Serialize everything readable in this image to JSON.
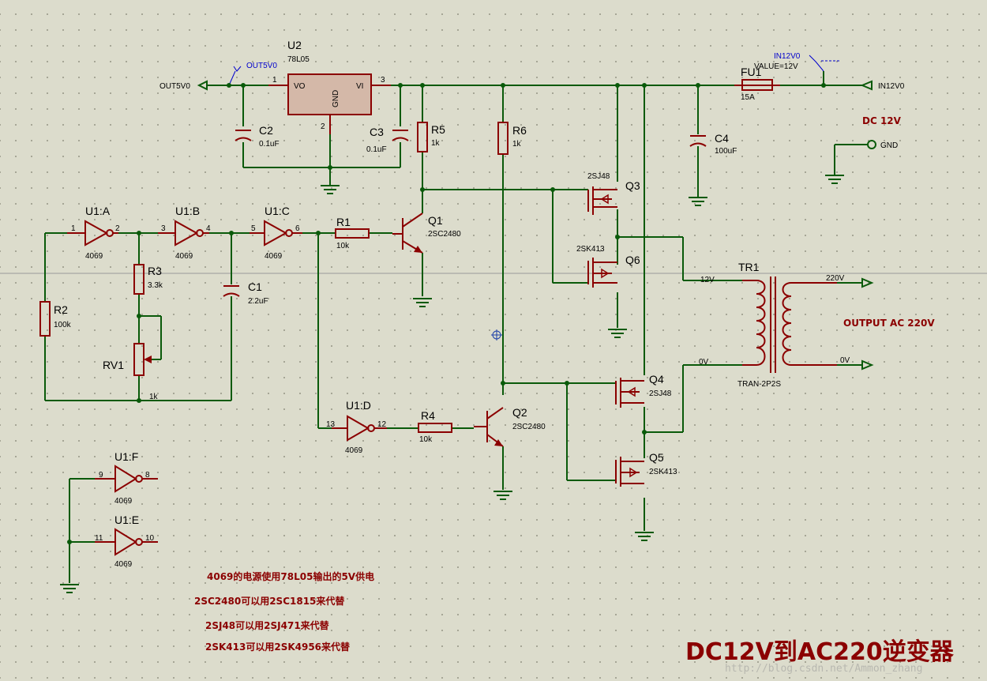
{
  "title": "DC12V到AC220逆变器",
  "watermark": "http://blog.csdn.net/Ammon_zhang",
  "colors": {
    "wire": "#0a5a0a",
    "component": "#8b0000",
    "regulator_fill": "#d4b8a8",
    "background": "#dcdccc",
    "label_blue": "#0000cc"
  },
  "notes": [
    "4069的电源使用78L05输出的5V供电",
    "2SC2480可以用2SC1815来代替",
    "2SJ48可以用2SJ471来代替",
    "2SK413可以用2SK4956来代替"
  ],
  "side_labels": {
    "dc": "DC 12V",
    "output": "OUTPUT AC 220V"
  },
  "terminals": {
    "out5v0": "OUT5V0",
    "out5v0_tag": "OUT5V0",
    "in12v0": "IN12V0",
    "in12v0_tag": "IN12V0",
    "in12v0_value": "VALUE=12V",
    "gnd": "GND",
    "out_220v": "220V",
    "out_0v": "0V"
  },
  "regulator": {
    "ref": "U2",
    "part": "78L05",
    "vo": "VO",
    "vi": "VI",
    "gnd": "GND",
    "pin1": "1",
    "pin2": "2",
    "pin3": "3"
  },
  "components": {
    "C2": {
      "ref": "C2",
      "value": "0.1uF"
    },
    "C3": {
      "ref": "C3",
      "value": "0.1uF"
    },
    "C4": {
      "ref": "C4",
      "value": "100uF"
    },
    "C1": {
      "ref": "C1",
      "value": "2.2uF"
    },
    "R5": {
      "ref": "R5",
      "value": "1k"
    },
    "R6": {
      "ref": "R6",
      "value": "1k"
    },
    "R1": {
      "ref": "R1",
      "value": "10k"
    },
    "R2": {
      "ref": "R2",
      "value": "100k"
    },
    "R3": {
      "ref": "R3",
      "value": "3.3k"
    },
    "R4": {
      "ref": "R4",
      "value": "10k"
    },
    "RV1": {
      "ref": "RV1",
      "value": "1k"
    },
    "FU1": {
      "ref": "FU1",
      "value": "15A"
    },
    "Q1": {
      "ref": "Q1",
      "value": "2SC2480"
    },
    "Q2": {
      "ref": "Q2",
      "value": "2SC2480"
    },
    "Q3": {
      "ref": "Q3",
      "value": "2SJ48"
    },
    "Q4": {
      "ref": "Q4",
      "value": "2SJ48"
    },
    "Q5": {
      "ref": "Q5",
      "value": "2SK413"
    },
    "Q6": {
      "ref": "Q6",
      "value": "2SK413"
    },
    "TR1": {
      "ref": "TR1",
      "value": "TRAN-2P2S",
      "primary_top": "12V",
      "primary_bottom": "0V"
    }
  },
  "inverters": {
    "A": {
      "ref": "U1:A",
      "value": "4069",
      "in": "1",
      "out": "2"
    },
    "B": {
      "ref": "U1:B",
      "value": "4069",
      "in": "3",
      "out": "4"
    },
    "C": {
      "ref": "U1:C",
      "value": "4069",
      "in": "5",
      "out": "6"
    },
    "D": {
      "ref": "U1:D",
      "value": "4069",
      "in": "13",
      "out": "12"
    },
    "E": {
      "ref": "U1:E",
      "value": "4069",
      "in": "11",
      "out": "10"
    },
    "F": {
      "ref": "U1:F",
      "value": "4069",
      "in": "9",
      "out": "8"
    }
  }
}
